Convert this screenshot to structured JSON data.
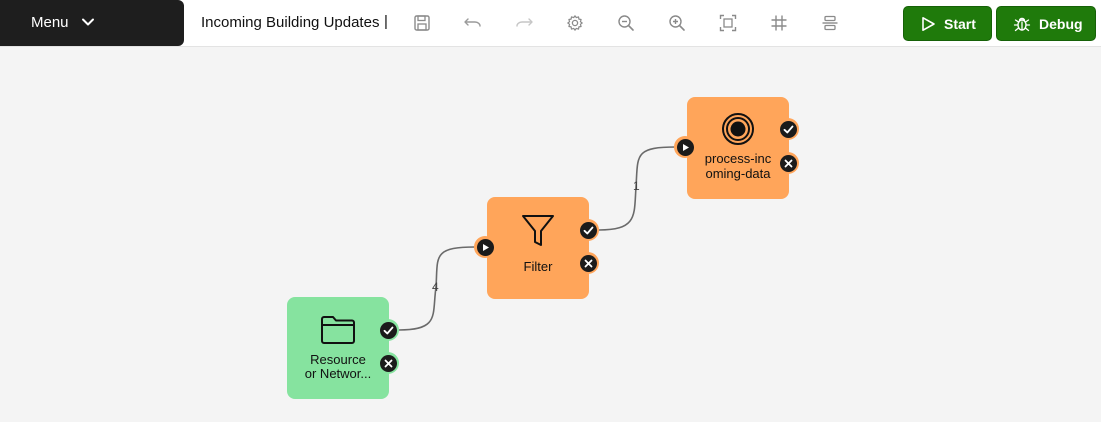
{
  "menu": {
    "label": "Menu",
    "icon": "chevron-down-icon"
  },
  "workflow": {
    "title": "Incoming Building Updates",
    "separator": "|"
  },
  "toolbar": {
    "tools": [
      "save-icon",
      "undo-icon",
      "redo-icon",
      "settings-icon",
      "zoom-out-icon",
      "zoom-in-icon",
      "fit-view-icon",
      "grid-icon",
      "align-icon"
    ],
    "start_label": "Start",
    "debug_label": "Debug",
    "accent_color": "#1f7a0b"
  },
  "nodes": [
    {
      "id": "resource",
      "label_line1": "Resource",
      "label_line2": "or Networ...",
      "icon": "folder-icon",
      "color": "#86e39f"
    },
    {
      "id": "filter",
      "label": "Filter",
      "icon": "filter-icon",
      "color": "#ffa55a"
    },
    {
      "id": "process",
      "label_line1": "process-inc",
      "label_line2": "oming-data",
      "icon": "target-icon",
      "color": "#ffa55a"
    }
  ],
  "edges": [
    {
      "from": "resource",
      "to": "filter",
      "count": "4"
    },
    {
      "from": "filter",
      "to": "process",
      "count": "1"
    }
  ]
}
